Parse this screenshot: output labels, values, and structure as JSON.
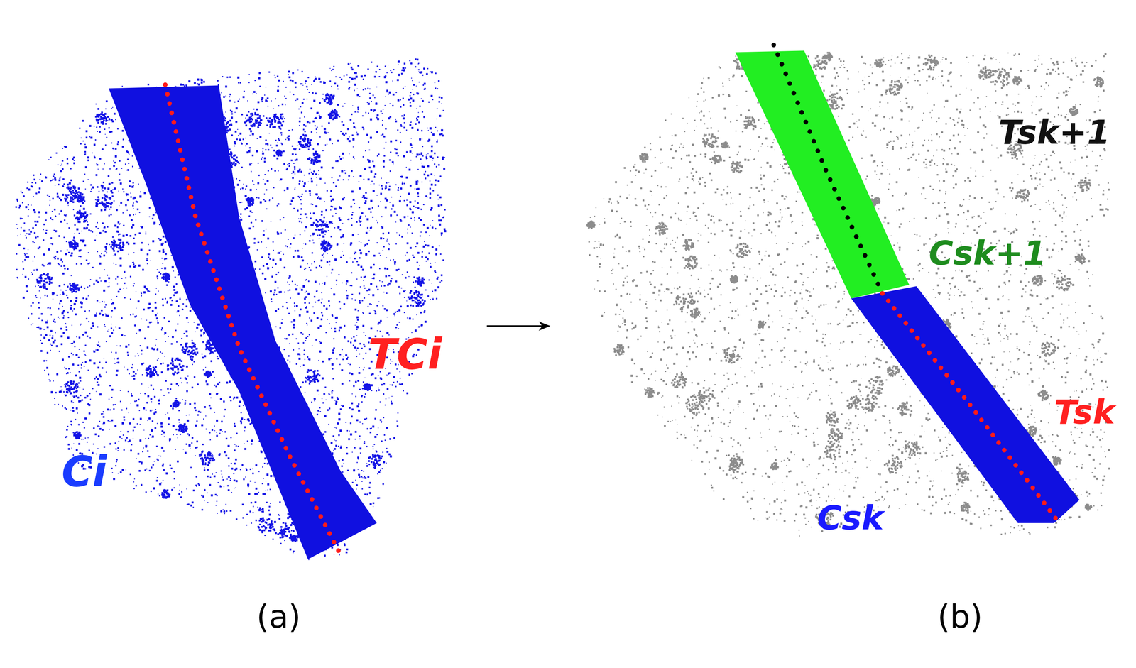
{
  "diagram": {
    "labels": [
      "Ci",
      "TCi",
      "(a)",
      "(b)",
      "Tsk+1",
      "Csk+1",
      "Tsk",
      "Csk"
    ]
  }
}
